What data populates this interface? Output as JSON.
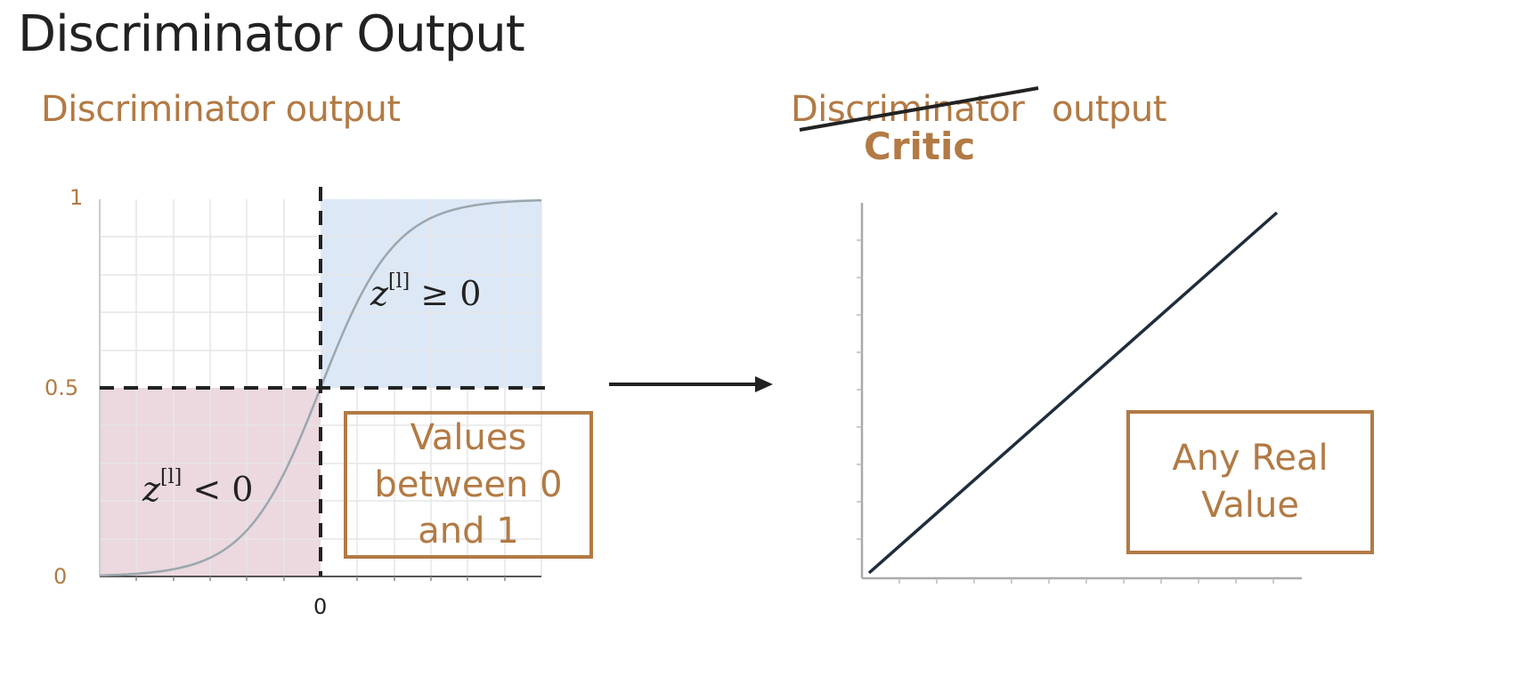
{
  "title": "Discriminator Output",
  "left": {
    "subtitle": "Discriminator output",
    "y_ticks": [
      "1",
      "0.5",
      "0"
    ],
    "x_tick": "0",
    "region_pos": {
      "z": "z",
      "sup": "[l]",
      "rel": "≥ 0"
    },
    "region_neg": {
      "z": "z",
      "sup": "[l]",
      "rel": "< 0"
    },
    "box_lines": [
      "Values",
      "between 0",
      "and 1"
    ]
  },
  "right": {
    "subtitle_struck": "Discriminator",
    "subtitle_rest": "output",
    "critic": "Critic",
    "box_lines": [
      "Any Real",
      "Value"
    ]
  },
  "colors": {
    "accent": "#b27a44",
    "blue_region": "#dce8f6",
    "pink_region": "#ecd8df",
    "curve": "#9aa7ad",
    "line": "#1f2d3d"
  }
}
